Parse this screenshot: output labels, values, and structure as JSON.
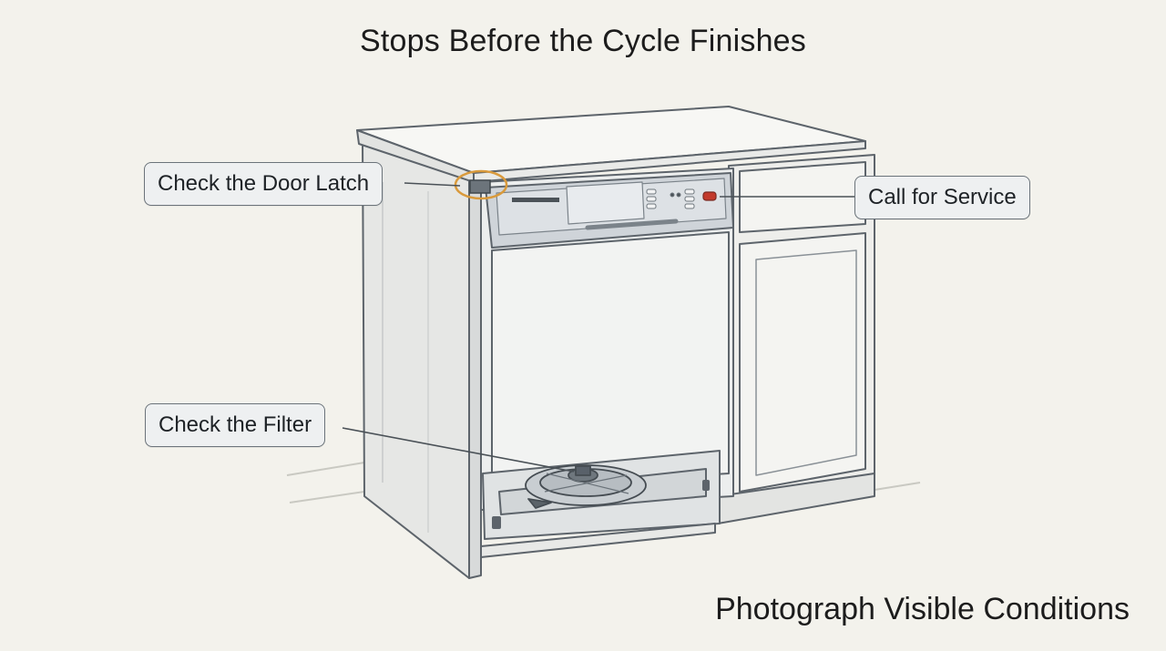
{
  "title": "Stops Before the Cycle Finishes",
  "callouts": {
    "door_latch": "Check the Door Latch",
    "service": "Call for Service",
    "filter": "Check the Filter"
  },
  "footer": "Photograph Visible Conditions",
  "colors": {
    "background": "#f3f2ec",
    "outline": "#5d646b",
    "panel": "#d9dde1",
    "highlight_ring": "#d99a3c",
    "service_button": "#c2392b"
  }
}
